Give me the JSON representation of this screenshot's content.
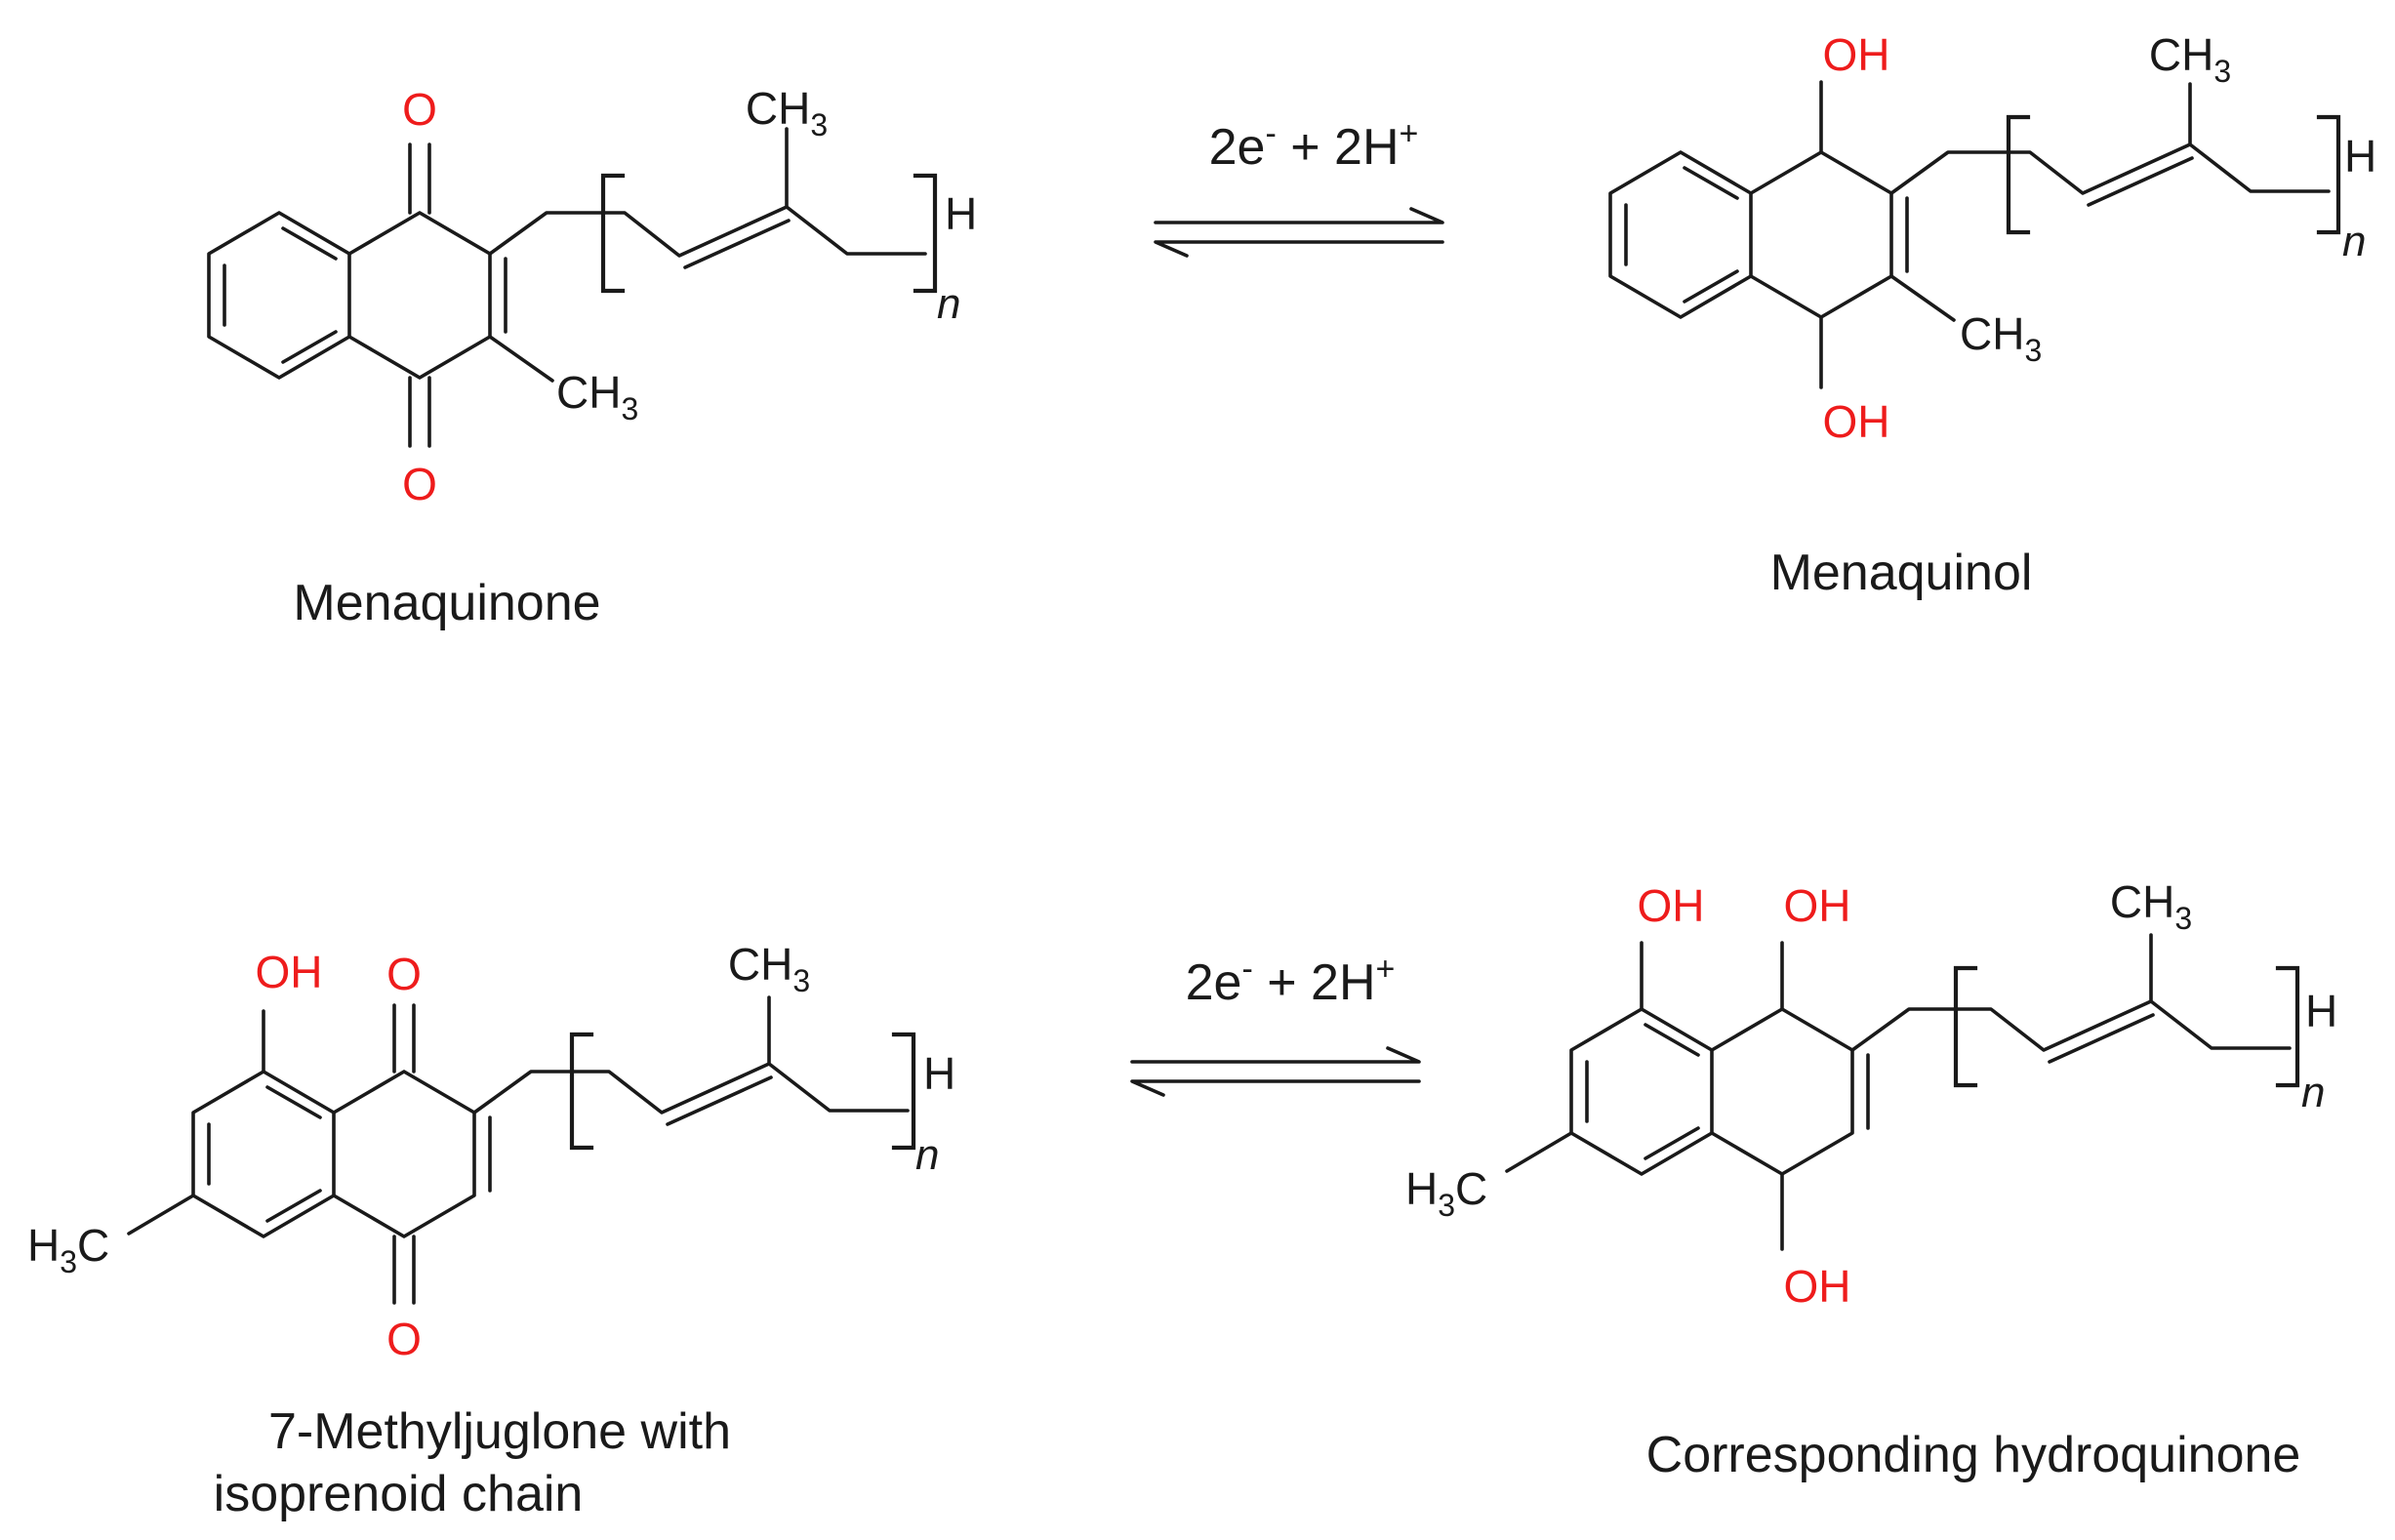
{
  "reactions": [
    {
      "condition": {
        "main": "2e",
        "minus": "-",
        "mid": " + 2H",
        "plus": "+"
      },
      "reactant": {
        "name": "Menaquinone",
        "labels": {
          "o_top": "O",
          "o_bottom": "O",
          "ch3_chain": "CH",
          "ch3_chain_sub": "3",
          "ch3_ring": "CH",
          "ch3_ring_sub": "3",
          "h_end": "H",
          "n": "n"
        }
      },
      "product": {
        "name": "Menaquinol",
        "labels": {
          "oh_top": "OH",
          "oh_bottom": "OH",
          "ch3_chain": "CH",
          "ch3_chain_sub": "3",
          "ch3_ring": "CH",
          "ch3_ring_sub": "3",
          "h_end": "H",
          "n": "n"
        }
      }
    },
    {
      "condition": {
        "main": "2e",
        "minus": "-",
        "mid": " + 2H",
        "plus": "+"
      },
      "reactant": {
        "name_line1": "7-Methyljuglone with",
        "name_line2": "isoprenoid chain",
        "labels": {
          "oh_peri": "OH",
          "o_top": "O",
          "o_bottom": "O",
          "ch3_chain": "CH",
          "ch3_chain_sub": "3",
          "h3c_pre": "H",
          "h3c_sub": "3",
          "h3c_post": "C",
          "h_end": "H",
          "n": "n"
        }
      },
      "product": {
        "name": "Corresponding hydroquinone",
        "labels": {
          "oh_peri": "OH",
          "oh_top": "OH",
          "oh_bottom": "OH",
          "ch3_chain": "CH",
          "ch3_chain_sub": "3",
          "h3c_pre": "H",
          "h3c_sub": "3",
          "h3c_post": "C",
          "h_end": "H",
          "n": "n"
        }
      }
    }
  ],
  "colors": {
    "heteroatom": "#ee1c1c",
    "bond": "#1a1a1a"
  }
}
